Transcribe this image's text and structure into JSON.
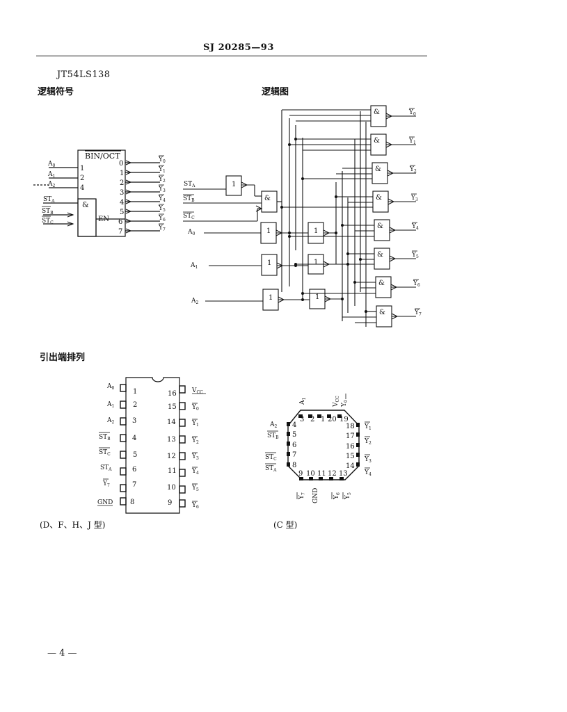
{
  "header": {
    "standard": "SJ 20285—93"
  },
  "model": "JT54LS138",
  "sections": {
    "logic_symbol": "逻辑符号",
    "logic_diagram": "逻辑图",
    "pinout": "引出端排列"
  },
  "logic_symbol": {
    "block_title": "BIN/OCT",
    "and_label": "&",
    "en_label": "EN",
    "input_numbers": [
      "1",
      "2",
      "4"
    ],
    "output_numbers": [
      "0",
      "1",
      "2",
      "3",
      "4",
      "5",
      "6",
      "7"
    ]
  },
  "logic_diagram": {
    "gate_one_label": "1",
    "gate_and_label": "&"
  },
  "dip": {
    "left_numbers": [
      "1",
      "2",
      "3",
      "4",
      "5",
      "6",
      "7",
      "8"
    ],
    "right_numbers": [
      "16",
      "15",
      "14",
      "13",
      "12",
      "11",
      "10",
      "9"
    ],
    "caption": "(D、F、H、J 型)"
  },
  "lcc": {
    "top_numbers": [
      "3",
      "2",
      "1",
      "20",
      "19"
    ],
    "left_numbers": [
      "4",
      "5",
      "6",
      "7",
      "8"
    ],
    "right_numbers": [
      "18",
      "17",
      "16",
      "15",
      "14"
    ],
    "bottom_numbers": [
      "9",
      "10",
      "11",
      "12",
      "13"
    ],
    "caption": "(C 型)"
  },
  "page_number": "— 4 —"
}
